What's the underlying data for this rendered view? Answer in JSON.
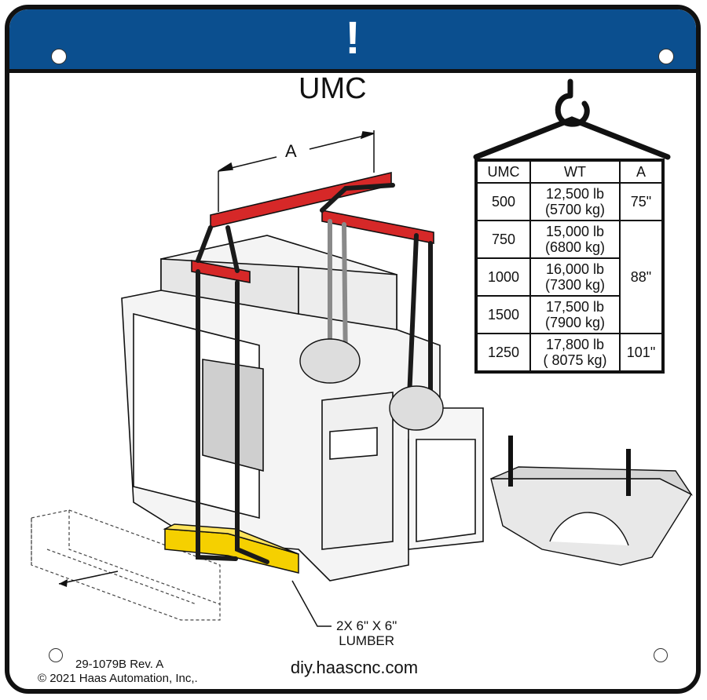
{
  "banner": {
    "symbol": "!"
  },
  "title": "UMC",
  "dimension_label": "A",
  "table": {
    "headers": [
      "UMC",
      "WT",
      "A"
    ],
    "rows": [
      {
        "umc": "500",
        "wt1": "12,500 lb",
        "wt2": "(5700 kg)"
      },
      {
        "umc": "750",
        "wt1": "15,000 lb",
        "wt2": "(6800 kg)"
      },
      {
        "umc": "1000",
        "wt1": "16,000 lb",
        "wt2": "(7300 kg)"
      },
      {
        "umc": "1500",
        "wt1": "17,500 lb",
        "wt2": "(7900 kg)"
      },
      {
        "umc": "1250",
        "wt1": "17,800 lb",
        "wt2": "( 8075 kg)"
      }
    ],
    "a_values": [
      "75\"",
      "88\"",
      "101\""
    ]
  },
  "lumber": {
    "line1": "2X 6\" X 6\"",
    "line2": "LUMBER"
  },
  "footer": {
    "part_number": "29-1079B Rev. A",
    "copyright": "© 2021 Haas Automation, Inc,.",
    "website": "diy.haascnc.com"
  },
  "colors": {
    "banner": "#0b4f8f",
    "spreader_bar": "#d62828",
    "lumber": "#f5d000",
    "strap": "#1a1a1a"
  },
  "icons": [
    "crane-hook-icon",
    "exclamation-icon"
  ]
}
